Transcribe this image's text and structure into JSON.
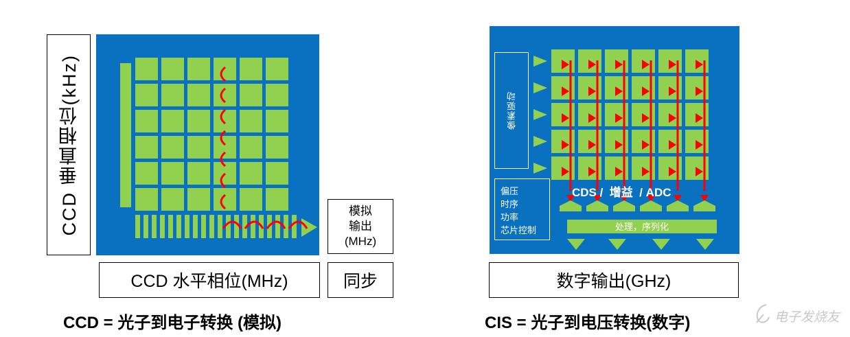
{
  "ccd": {
    "vertical_label": "CCD 垂直相位(kHz)",
    "horizontal_label": "CCD 水平相位(MHz)",
    "analog_output": [
      "模拟",
      "输出",
      "(MHz)"
    ],
    "sync_label": "同步",
    "caption": "CCD = 光子到电子转换 (模拟)"
  },
  "cis": {
    "pixel_drive": "像素驱动",
    "control_lines": [
      "偏压",
      "时序",
      "功率",
      "芯片控制"
    ],
    "cds_label": "CDS /  增益  / ADC",
    "processing_label": "处理，序列化",
    "digital_output": "数字输出(GHz)",
    "caption": "CIS = 光子到电压转换(数字)"
  },
  "watermark": "电子发烧友",
  "colors": {
    "panel_blue": "#0a70c0",
    "pixel_green": "#92d050",
    "arrow_red": "#ff0000"
  }
}
